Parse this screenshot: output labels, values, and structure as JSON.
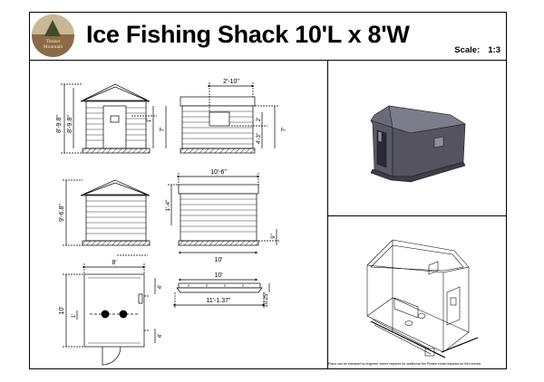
{
  "logo": {
    "text_line1": "Timber",
    "text_line2": "Mountain"
  },
  "title": "Ice Fishing Shack 10'L x 8'W",
  "scale": {
    "label": "Scale:",
    "value": "1:3"
  },
  "dims": {
    "front_height": "8'-9.8\"",
    "window_side": "1'",
    "door_height": "7'",
    "window_width": "2'-10\"",
    "window_height": "2'",
    "sill_height": "4'-3\"",
    "side_height": "7'",
    "rear_height": "9'-6.8\"",
    "rear_overall": "10'-6\"",
    "side_wall": "1'-4\"",
    "length": "10'",
    "skid_rise": "9\"",
    "width": "8'",
    "plan_length": "10'",
    "hole_offset": "1'",
    "bench_a": "4'",
    "bench_b": "4'",
    "skid_length": "10'",
    "skid_overall": "11'-1.37\"",
    "skid_height": "10.25\""
  },
  "footnote": "Plans can be stamped by engineer where required for additional fee Please email requests for this service"
}
